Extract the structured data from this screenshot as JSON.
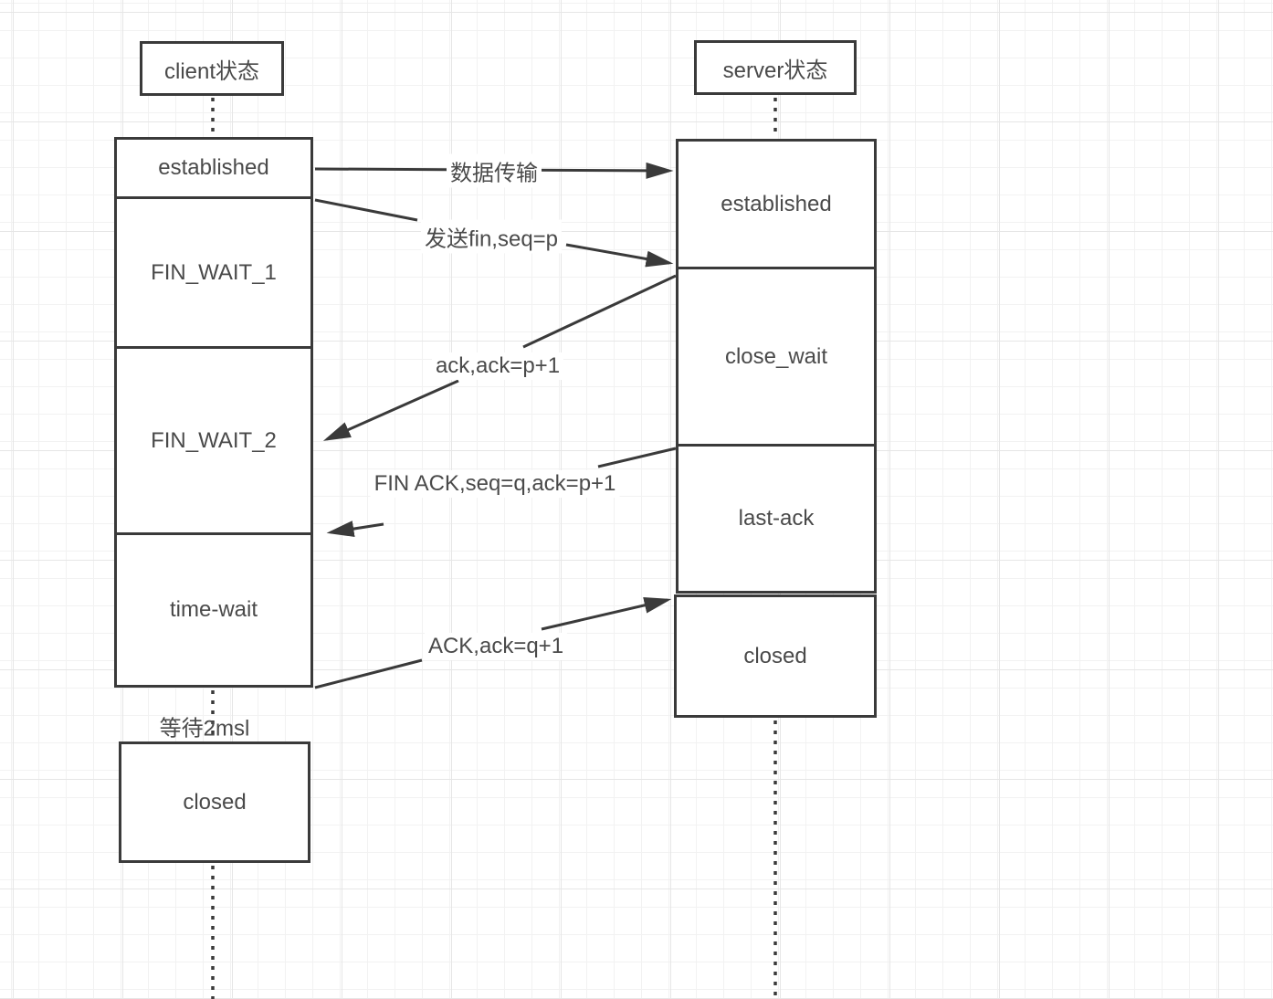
{
  "diagram": {
    "client": {
      "header": "client状态",
      "states": [
        "established",
        "FIN_WAIT_1",
        "FIN_WAIT_2",
        "time-wait"
      ],
      "closed_label": "closed",
      "wait_note": "等待2msl"
    },
    "server": {
      "header": "server状态",
      "states": [
        "established",
        "close_wait",
        "last-ack"
      ],
      "closed_label": "closed"
    },
    "messages": [
      {
        "label": "数据传输",
        "from": "client",
        "to": "server"
      },
      {
        "label": "发送fin,seq=p",
        "from": "client",
        "to": "server"
      },
      {
        "label": "ack,ack=p+1",
        "from": "server",
        "to": "client"
      },
      {
        "label": "FIN ACK,seq=q,ack=p+1",
        "from": "server",
        "to": "client"
      },
      {
        "label": "ACK,ack=q+1",
        "from": "client",
        "to": "server"
      }
    ],
    "colors": {
      "stroke": "#3a3a3a",
      "text": "#4a4a4a",
      "canvas": "#ffffff",
      "grid_minor": "#f2f2f2",
      "grid_major": "#e6e6e6",
      "label_bg": "#ffffff"
    }
  }
}
